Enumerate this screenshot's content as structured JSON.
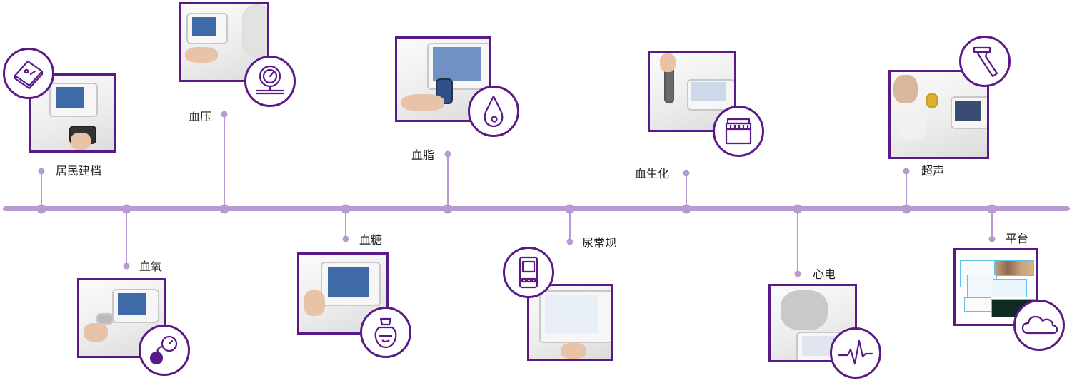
{
  "timeline": {
    "items": [
      {
        "id": "jmja",
        "label": "居民建档",
        "icon": "document-card-icon"
      },
      {
        "id": "xy",
        "label": "血氧",
        "icon": "blood-pressure-bulb-icon"
      },
      {
        "id": "xya",
        "label": "血压",
        "icon": "pressure-gauge-icon"
      },
      {
        "id": "xt",
        "label": "血糖",
        "icon": "glucose-bottle-icon"
      },
      {
        "id": "xz",
        "label": "血脂",
        "icon": "blood-drop-icon"
      },
      {
        "id": "ncg",
        "label": "尿常规",
        "icon": "urine-analyzer-icon"
      },
      {
        "id": "xsh",
        "label": "血生化",
        "icon": "biochemistry-analyzer-icon"
      },
      {
        "id": "xd",
        "label": "心电",
        "icon": "ecg-wave-icon"
      },
      {
        "id": "cs",
        "label": "超声",
        "icon": "ultrasound-probe-icon"
      },
      {
        "id": "pt",
        "label": "平台",
        "icon": "cloud-icon"
      }
    ]
  },
  "colors": {
    "axis": "#b79ad3",
    "frame": "#5a1a86",
    "icon_stroke": "#5a1a86",
    "label": "#1e1e1e"
  }
}
